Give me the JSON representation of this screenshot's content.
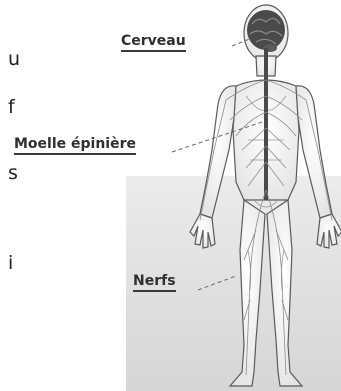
{
  "side_text_fragments": [
    "u",
    "f",
    "s",
    "i"
  ],
  "labels": {
    "brain": "Cerveau",
    "spinal_cord": "Moelle épinière",
    "nerves": "Nerfs"
  }
}
